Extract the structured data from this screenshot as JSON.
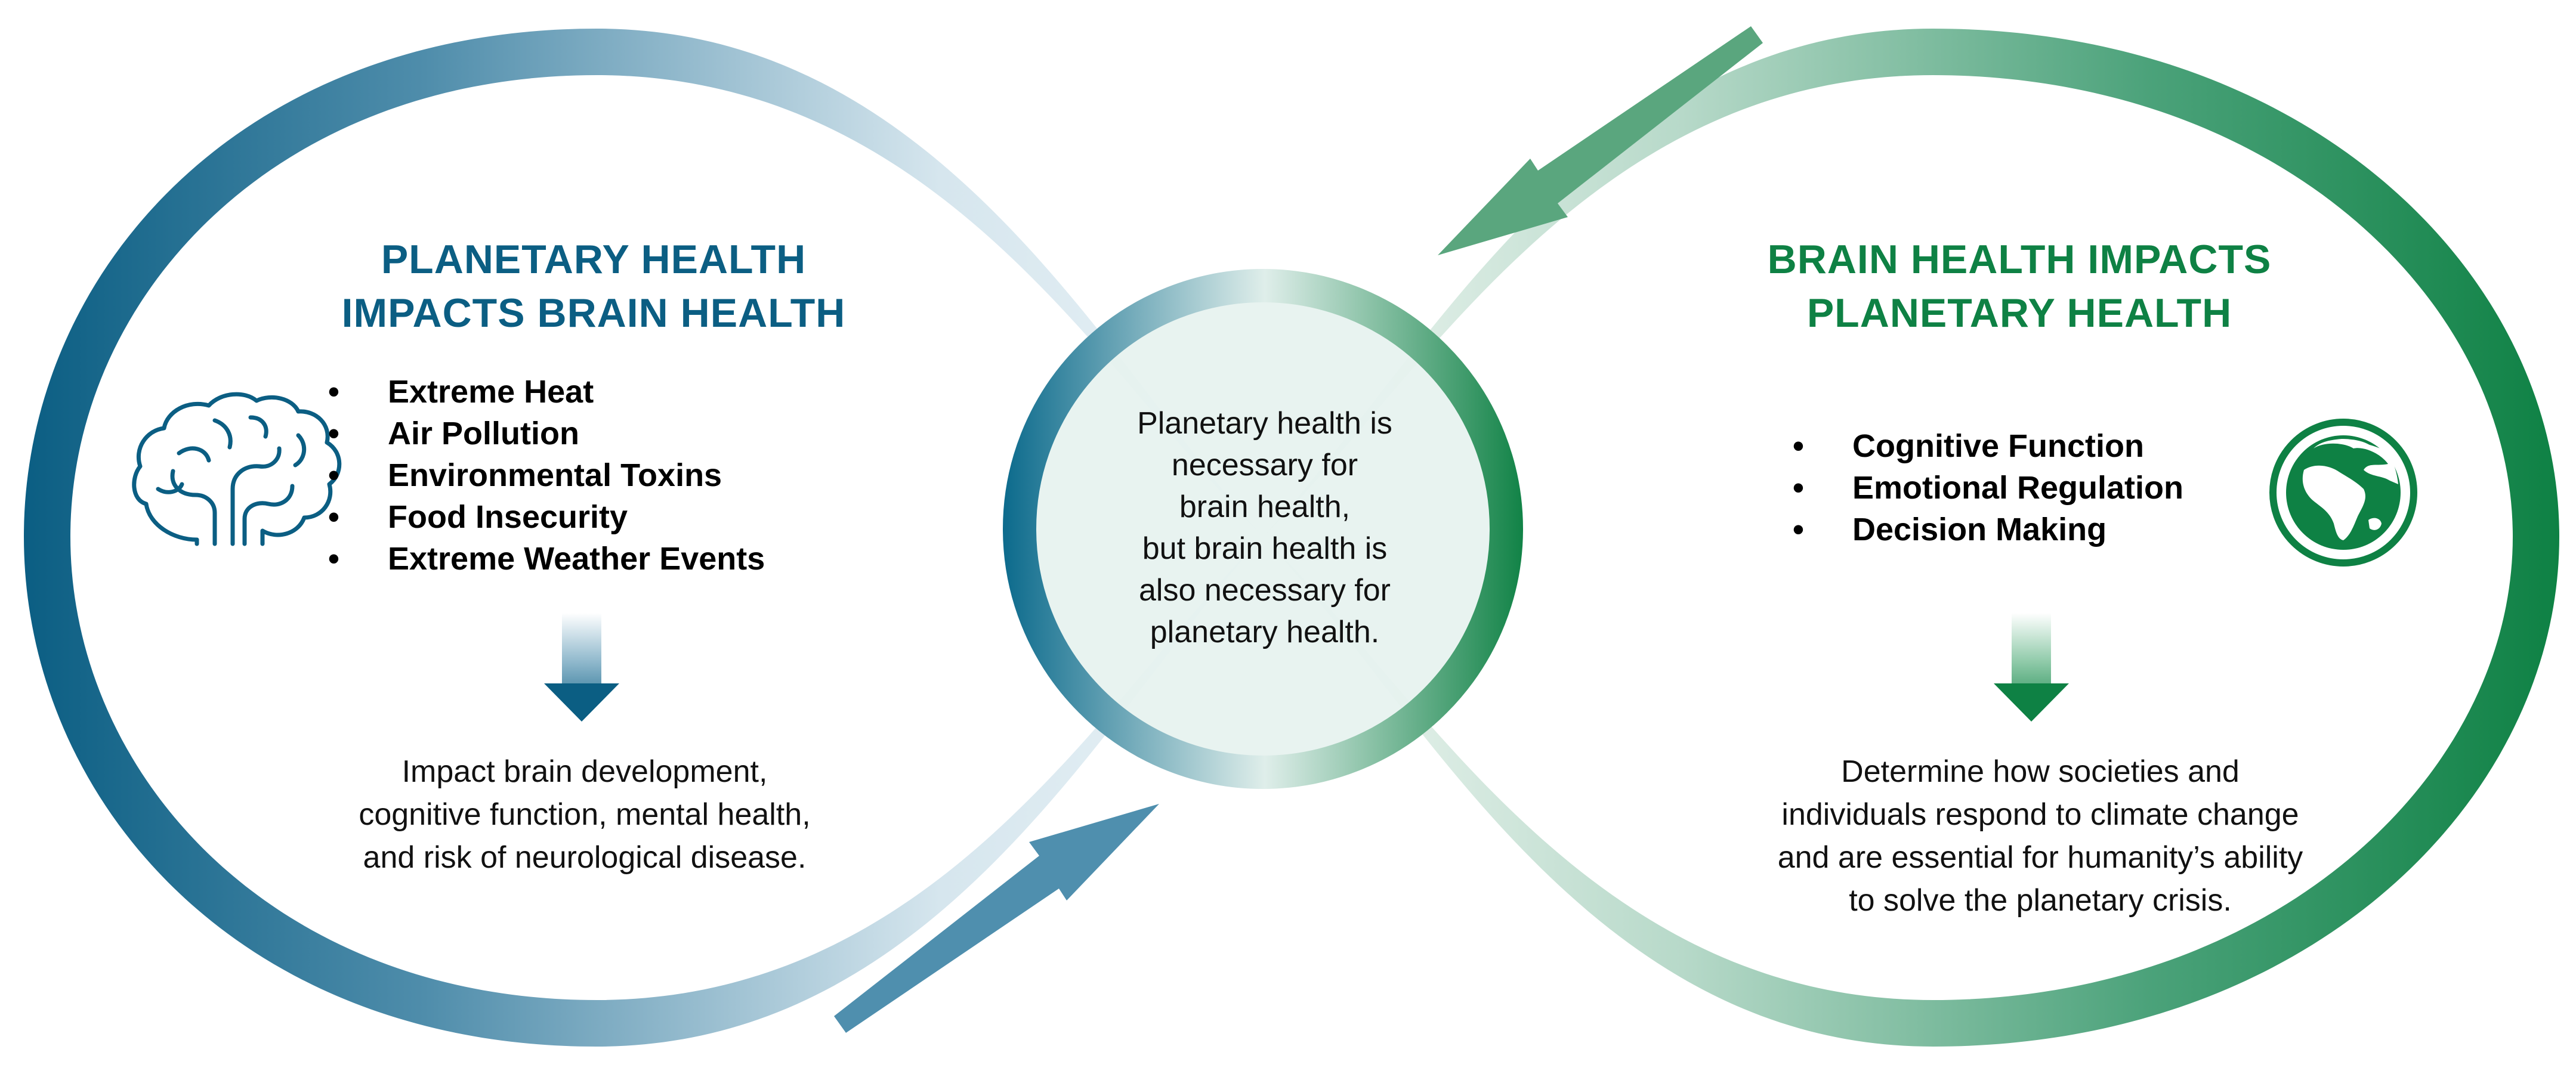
{
  "left_panel": {
    "title_lines": [
      "PLANETARY HEALTH",
      "IMPACTS BRAIN HEALTH"
    ],
    "bullets": [
      "Extreme Heat",
      "Air Pollution",
      "Environmental Toxins",
      "Food Insecurity",
      "Extreme Weather Events"
    ],
    "outcome_lines": [
      "Impact brain development,",
      "cognitive function, mental health,",
      "and risk of neurological disease."
    ],
    "icon": "brain-icon",
    "color": "#0b5e83"
  },
  "right_panel": {
    "title_lines": [
      "BRAIN HEALTH IMPACTS",
      "PLANETARY HEALTH"
    ],
    "bullets": [
      "Cognitive Function",
      "Emotional Regulation",
      "Decision Making"
    ],
    "outcome_lines": [
      "Determine how societies and",
      "individuals respond to climate change",
      "and are essential for humanity’s ability",
      "to solve the planetary crisis."
    ],
    "icon": "globe-icon",
    "color": "#0e8144"
  },
  "center": {
    "text_lines": [
      "Planetary health is",
      "necessary for",
      "brain health,",
      "but brain health is",
      "also necessary for",
      "planetary health."
    ]
  },
  "colors": {
    "blue": "#0b5e83",
    "green": "#0e8144",
    "light_blue": "#d6e6ee",
    "light_green": "#d3ebe0",
    "center_fill": "#e6f2ef"
  }
}
